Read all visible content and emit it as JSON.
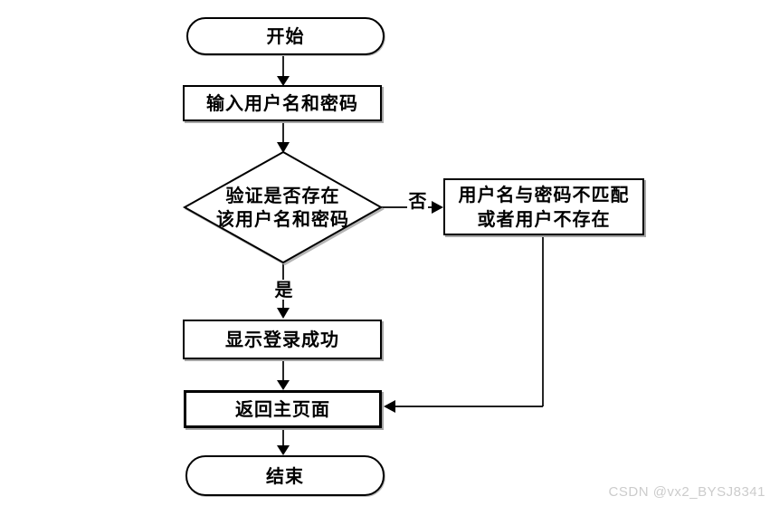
{
  "diagram": {
    "type": "flowchart",
    "topic": "login-verification-flow",
    "colors": {
      "line": "#000000",
      "node_fill": "#ffffff",
      "node_border": "#000000",
      "shadow": "#a6a6a6",
      "text": "#000000",
      "watermark_text_color": "#cccccc"
    },
    "nodes": {
      "start": {
        "shape": "terminator",
        "label": "开始"
      },
      "input": {
        "shape": "process",
        "label": "输入用户名和密码"
      },
      "verify": {
        "shape": "decision",
        "label_line1": "验证是否存在",
        "label_line2": "该用户名和密码"
      },
      "error": {
        "shape": "process",
        "label_line1": "用户名与密码不匹配",
        "label_line2": "或者用户不存在"
      },
      "success": {
        "shape": "process",
        "label": "显示登录成功"
      },
      "return": {
        "shape": "process",
        "label": "返回主页面"
      },
      "end": {
        "shape": "terminator",
        "label": "结束"
      }
    },
    "edges": [
      {
        "from": "start",
        "to": "input",
        "label": ""
      },
      {
        "from": "input",
        "to": "verify",
        "label": ""
      },
      {
        "from": "verify",
        "to": "error",
        "label": "否"
      },
      {
        "from": "verify",
        "to": "success",
        "label": "是"
      },
      {
        "from": "error",
        "to": "return",
        "label": ""
      },
      {
        "from": "success",
        "to": "return",
        "label": ""
      },
      {
        "from": "return",
        "to": "end",
        "label": ""
      }
    ],
    "edge_labels": {
      "no": "否",
      "yes": "是"
    }
  },
  "watermark": {
    "text": "CSDN @vx2_BYSJ8341"
  }
}
